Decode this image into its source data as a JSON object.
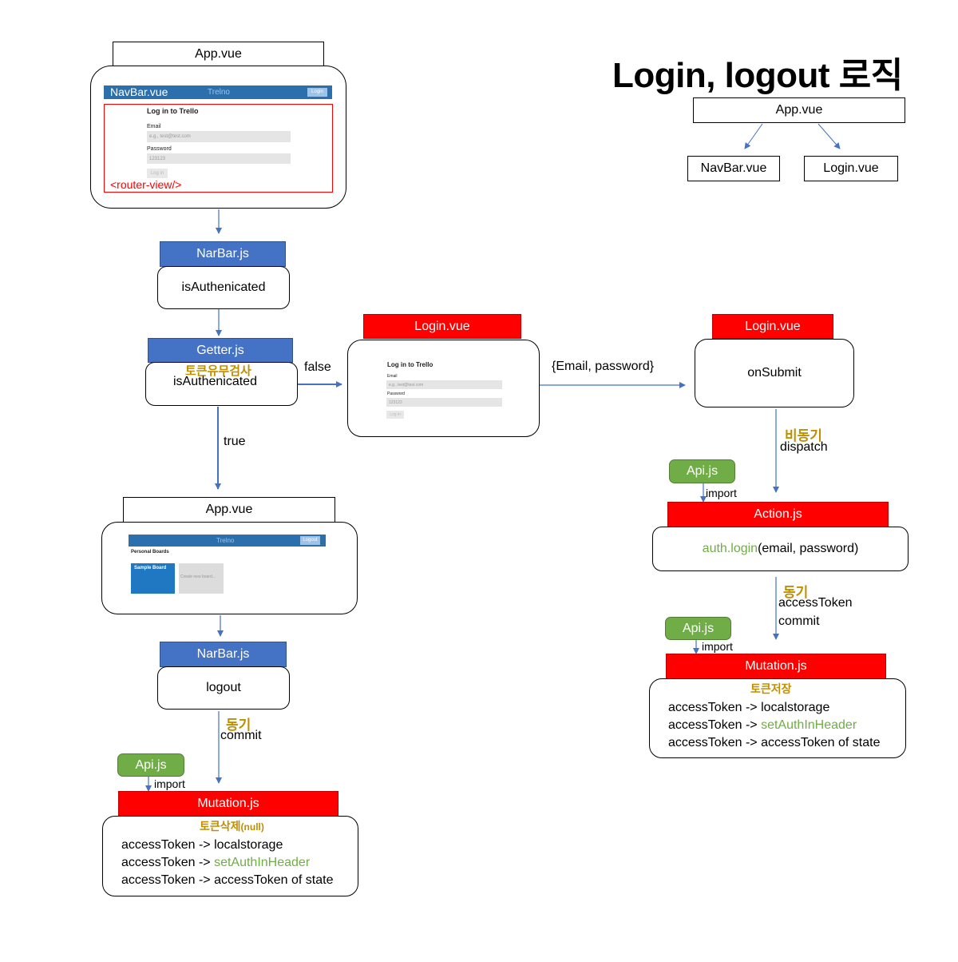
{
  "title": "Login, logout 로직",
  "legend": {
    "root": "App.vue",
    "left_child": "NavBar.vue",
    "right_child": "Login.vue"
  },
  "left_flow": {
    "app_box_label": "App.vue",
    "mini_app": {
      "nav_title": "NavBar.vue",
      "brand": "Trelno",
      "login_btn": "Login",
      "form_title": "Log in to Trello",
      "email_label": "Email",
      "email_placeholder": "e.g., test@test.com",
      "password_label": "Password",
      "password_value": "123123",
      "submit_btn": "Log in",
      "router_view": "<router-view/>"
    },
    "navbar1_header": "NarBar.js",
    "navbar1_body": "isAuthenicated",
    "getter_header": "Getter.js",
    "getter_note": "토큰유무검사",
    "getter_body": "isAuthenicated",
    "false_label": "false",
    "true_label": "true",
    "app2_label": "App.vue",
    "mini_app2": {
      "brand": "Trelno",
      "logout_btn": "Logout",
      "boards_title": "Personal Boards",
      "sample_board": "Sample Board",
      "new_board": "Create new board..."
    },
    "navbar2_header": "NarBar.js",
    "navbar2_body": "logout",
    "sync_label": "동기",
    "commit_label": "commit",
    "api_label": "Api.js",
    "import_label": "import",
    "mutation_header": "Mutation.js",
    "mutation_note_main": "토큰삭제",
    "mutation_note_sub": "(null)",
    "mutation_lines": [
      {
        "prefix": "accessToken -> ",
        "value": "localstorage",
        "green": false
      },
      {
        "prefix": "accessToken -> ",
        "value": "setAuthInHeader",
        "green": true
      },
      {
        "prefix": "accessToken -> ",
        "value": "accessToken of state",
        "green": false
      }
    ]
  },
  "middle": {
    "login_header": "Login.vue",
    "mini_login": {
      "form_title": "Log in to Trello",
      "email_label": "Email",
      "email_placeholder": "e.g., test@test.com",
      "password_label": "Password",
      "password_value": "123123",
      "submit_btn": "Log in"
    },
    "payload_label": "{Email, password}"
  },
  "right_flow": {
    "login_header": "Login.vue",
    "onsubmit": "onSubmit",
    "async_label": "비동기",
    "dispatch_label": "dispatch",
    "api1_label": "Api.js",
    "import1_label": "import",
    "action_header": "Action.js",
    "action_body_green": "auth.login",
    "action_body_rest": "(email, password)",
    "sync_label": "동기",
    "access_label": "accessToken",
    "commit_label": "commit",
    "api2_label": "Api.js",
    "import2_label": "import",
    "mutation_header": "Mutation.js",
    "mutation_note": "토큰저장",
    "mutation_lines": [
      {
        "prefix": "accessToken -> ",
        "value": "localstorage",
        "green": false
      },
      {
        "prefix": "accessToken -> ",
        "value": "setAuthInHeader",
        "green": true
      },
      {
        "prefix": "accessToken -> ",
        "value": "accessToken of state",
        "green": false
      }
    ]
  },
  "colors": {
    "blue_header": "#4472c4",
    "red_header": "#ff0000",
    "green_pill": "#70ad47",
    "orange_note": "#bf8f00",
    "arrow": "#4472c4"
  }
}
